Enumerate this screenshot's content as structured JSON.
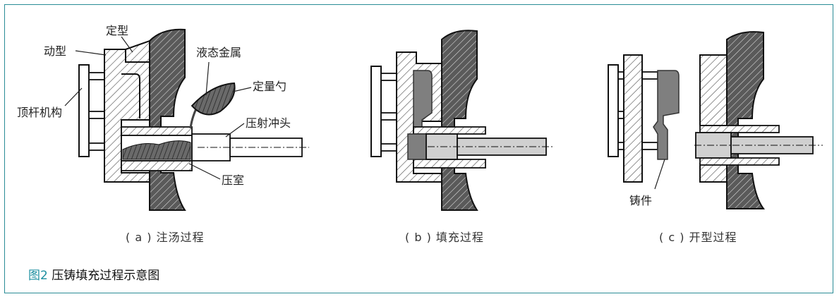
{
  "figure": {
    "caption_number": "图2",
    "caption_text": "压铸填充过程示意图"
  },
  "panels": [
    {
      "id": "a",
      "subcaption": "( a ) 注汤过程",
      "labels": [
        "定型",
        "动型",
        "液态金属",
        "定量勺",
        "顶杆机构",
        "压射冲头",
        "压室"
      ]
    },
    {
      "id": "b",
      "subcaption": "( b ) 填充过程",
      "labels": []
    },
    {
      "id": "c",
      "subcaption": "( c ) 开型过程",
      "labels": [
        "铸件"
      ]
    }
  ],
  "colors": {
    "frame": "#2a8c96",
    "caption_number": "#1d8fa0",
    "dark_hatch": "#555555",
    "casting_gray": "#7f7f7f",
    "plunger_gray": "#d0d0d0"
  }
}
